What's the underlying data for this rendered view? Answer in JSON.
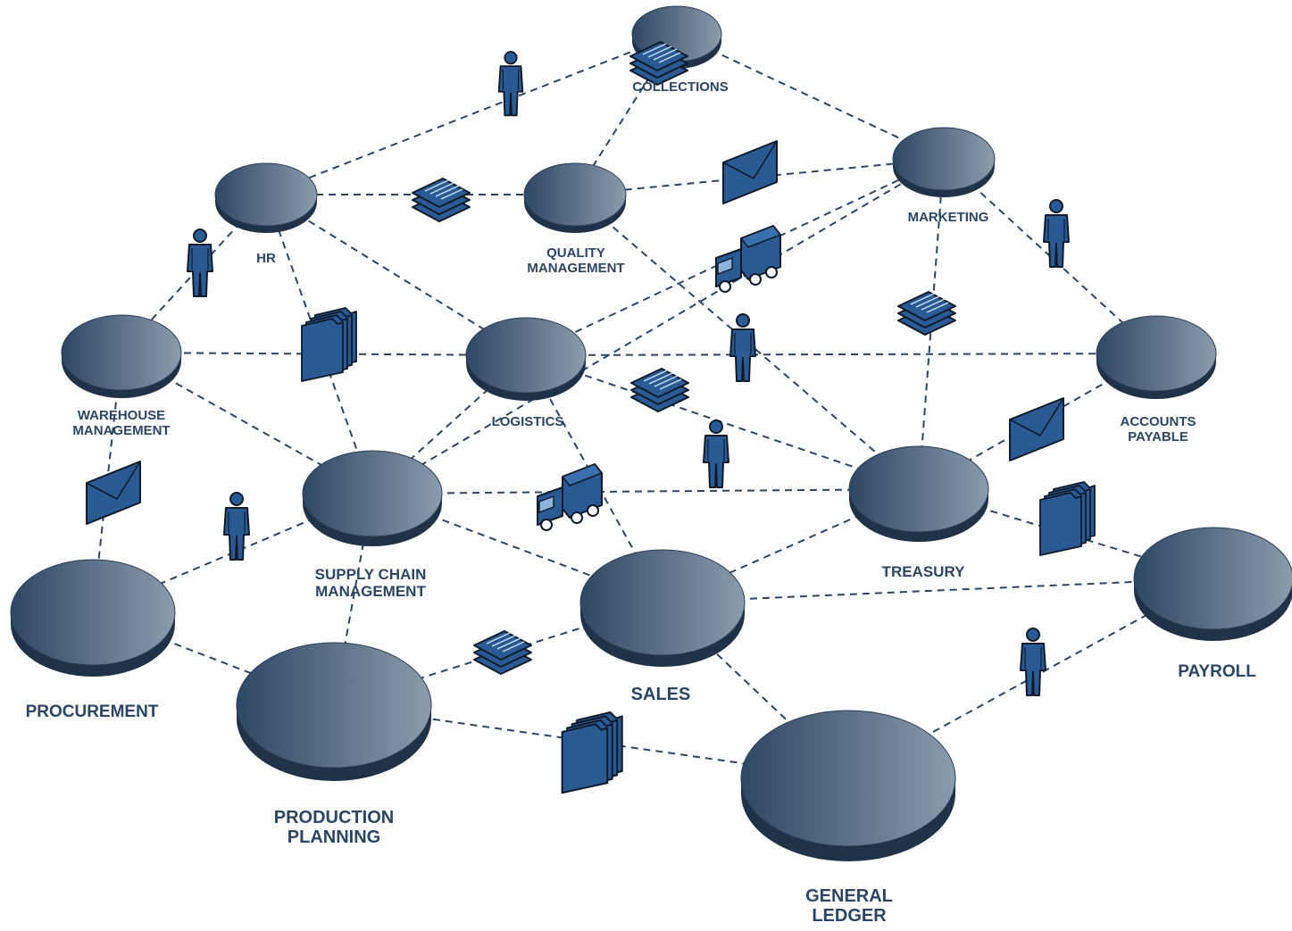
{
  "colors": {
    "node_dark": "#2e4764",
    "node_light": "#8a9cad",
    "node_rim": "#1f3247",
    "icon_blue": "#2a5a94",
    "line": "#2c4560",
    "label": "#2c4560"
  },
  "nodes": [
    {
      "id": "collections",
      "lines": [
        "COLLECTIONS"
      ]
    },
    {
      "id": "hr",
      "lines": [
        "HR"
      ]
    },
    {
      "id": "quality",
      "lines": [
        "QUALITY",
        "MANAGEMENT"
      ]
    },
    {
      "id": "marketing",
      "lines": [
        "MARKETING"
      ]
    },
    {
      "id": "warehouse",
      "lines": [
        "WAREHOUSE",
        "MANAGEMENT"
      ]
    },
    {
      "id": "logistics",
      "lines": [
        "LOGISTICS"
      ]
    },
    {
      "id": "payable",
      "lines": [
        "ACCOUNTS",
        "PAYABLE"
      ]
    },
    {
      "id": "supply",
      "lines": [
        "SUPPLY CHAIN",
        "MANAGEMENT"
      ]
    },
    {
      "id": "treasury",
      "lines": [
        "TREASURY"
      ]
    },
    {
      "id": "procurement",
      "lines": [
        "PROCUREMENT"
      ]
    },
    {
      "id": "sales",
      "lines": [
        "SALES"
      ]
    },
    {
      "id": "payroll",
      "lines": [
        "PAYROLL"
      ]
    },
    {
      "id": "production",
      "lines": [
        "PRODUCTION",
        "PLANNING"
      ]
    },
    {
      "id": "ledger",
      "lines": [
        "GENERAL",
        "LEDGER"
      ]
    }
  ],
  "edges": [
    [
      "collections",
      "hr"
    ],
    [
      "collections",
      "quality"
    ],
    [
      "collections",
      "marketing"
    ],
    [
      "hr",
      "quality"
    ],
    [
      "hr",
      "warehouse"
    ],
    [
      "hr",
      "supply"
    ],
    [
      "hr",
      "logistics"
    ],
    [
      "quality",
      "marketing"
    ],
    [
      "quality",
      "treasury"
    ],
    [
      "marketing",
      "logistics"
    ],
    [
      "marketing",
      "payable"
    ],
    [
      "marketing",
      "treasury"
    ],
    [
      "marketing",
      "supply"
    ],
    [
      "warehouse",
      "logistics"
    ],
    [
      "warehouse",
      "supply"
    ],
    [
      "warehouse",
      "procurement"
    ],
    [
      "logistics",
      "payable"
    ],
    [
      "logistics",
      "supply"
    ],
    [
      "logistics",
      "treasury"
    ],
    [
      "logistics",
      "sales"
    ],
    [
      "payable",
      "treasury"
    ],
    [
      "supply",
      "treasury"
    ],
    [
      "supply",
      "sales"
    ],
    [
      "supply",
      "procurement"
    ],
    [
      "supply",
      "production"
    ],
    [
      "treasury",
      "payroll"
    ],
    [
      "treasury",
      "sales"
    ],
    [
      "procurement",
      "production"
    ],
    [
      "sales",
      "production"
    ],
    [
      "sales",
      "ledger"
    ],
    [
      "sales",
      "payroll"
    ],
    [
      "production",
      "ledger"
    ],
    [
      "payroll",
      "ledger"
    ]
  ],
  "icons": [
    {
      "type": "person-icon"
    },
    {
      "type": "stack-icon"
    },
    {
      "type": "stack-icon"
    },
    {
      "type": "envelope-icon"
    },
    {
      "type": "person-icon"
    },
    {
      "type": "truck-icon"
    },
    {
      "type": "stack-icon"
    },
    {
      "type": "person-icon"
    },
    {
      "type": "folders-icon"
    },
    {
      "type": "person-icon"
    },
    {
      "type": "stack-icon"
    },
    {
      "type": "envelope-icon"
    },
    {
      "type": "truck-icon"
    },
    {
      "type": "person-icon"
    },
    {
      "type": "envelope-icon"
    },
    {
      "type": "folders-icon"
    },
    {
      "type": "person-icon"
    },
    {
      "type": "stack-icon"
    },
    {
      "type": "person-icon"
    },
    {
      "type": "folders-icon"
    }
  ]
}
